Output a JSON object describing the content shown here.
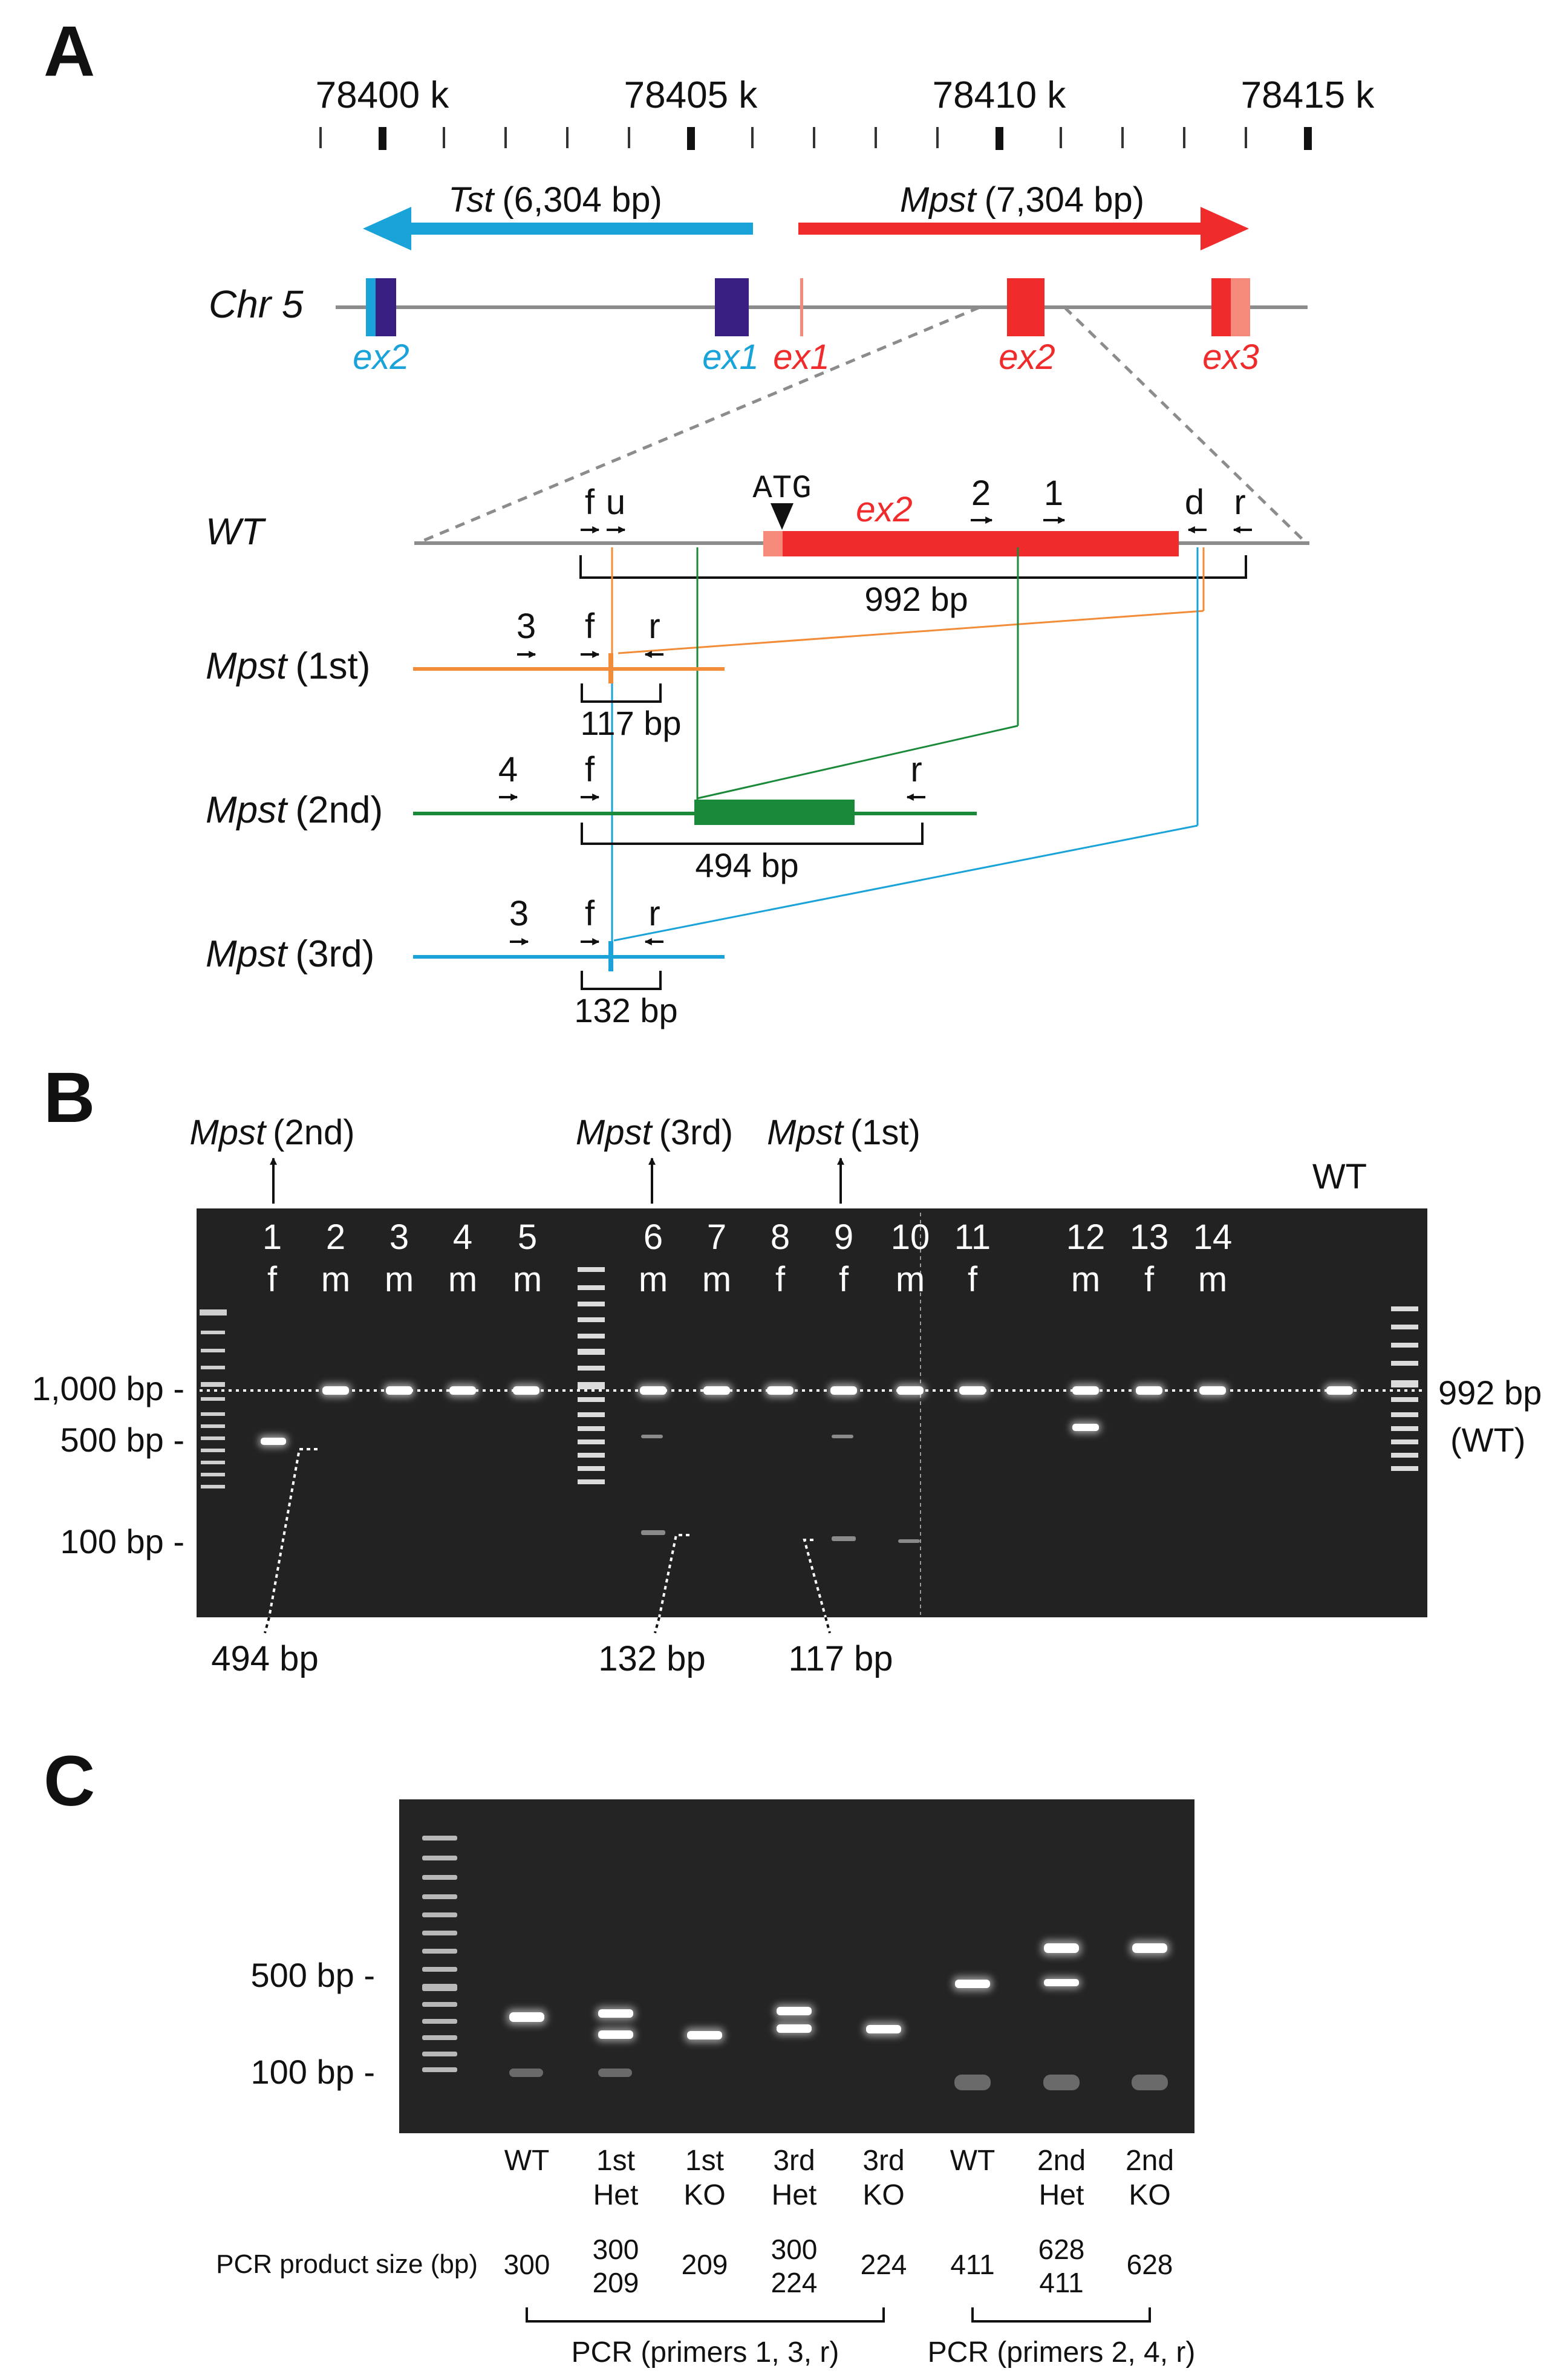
{
  "colors": {
    "tst": "#1aa3d9",
    "mpst": "#ef2b2b",
    "mpst_light": "#f58a7a",
    "tst_exon": "#3a1f82",
    "grey": "#8c8c8c",
    "first": "#f28c38",
    "second": "#1a8a3a",
    "third": "#1aa3d9",
    "gel": "#222222"
  },
  "panelA": {
    "label": "A",
    "ticks": [
      "78400 k",
      "78405 k",
      "78410 k",
      "78415 k"
    ],
    "tst_name": "Tst",
    "tst_size": "(6,304 bp)",
    "mpst_name": "Mpst",
    "mpst_size": "(7,304 bp)",
    "chr_label": "Chr 5",
    "exons": {
      "tst_ex2": "ex2",
      "tst_ex1": "ex1",
      "mpst_ex1": "ex1",
      "mpst_ex2": "ex2",
      "mpst_ex3": "ex3"
    },
    "wt_label": "WT",
    "atg": "ATG",
    "wt_ex2": "ex2",
    "primers": {
      "f": "f",
      "u": "u",
      "d": "d",
      "r": "r",
      "p1": "1",
      "p2": "2",
      "p3": "3",
      "p4": "4"
    },
    "wt_size": "992 bp",
    "mpst_italic": "Mpst",
    "alleles": [
      {
        "suffix": "(1st)",
        "size": "117 bp"
      },
      {
        "suffix": "(2nd)",
        "size": "494 bp"
      },
      {
        "suffix": "(3rd)",
        "size": "132 bp"
      }
    ]
  },
  "panelB": {
    "label": "B",
    "annot": [
      {
        "name": "Mpst",
        "suffix": "(2nd)"
      },
      {
        "name": "Mpst",
        "suffix": "(3rd)"
      },
      {
        "name": "Mpst",
        "suffix": "(1st)"
      }
    ],
    "wt": "WT",
    "lanes": [
      {
        "num": "1",
        "sex": "f"
      },
      {
        "num": "2",
        "sex": "m"
      },
      {
        "num": "3",
        "sex": "m"
      },
      {
        "num": "4",
        "sex": "m"
      },
      {
        "num": "5",
        "sex": "m"
      },
      {
        "num": "6",
        "sex": "m"
      },
      {
        "num": "7",
        "sex": "m"
      },
      {
        "num": "8",
        "sex": "f"
      },
      {
        "num": "9",
        "sex": "f"
      },
      {
        "num": "10",
        "sex": "m"
      },
      {
        "num": "11",
        "sex": "f"
      },
      {
        "num": "12",
        "sex": "m"
      },
      {
        "num": "13",
        "sex": "f"
      },
      {
        "num": "14",
        "sex": "m"
      }
    ],
    "markers": [
      "1,000 bp -",
      "500 bp -",
      "100 bp -"
    ],
    "right_size": "992 bp",
    "right_wt": "(WT)",
    "band_labels": [
      "494 bp",
      "132 bp",
      "117 bp"
    ]
  },
  "panelC": {
    "label": "C",
    "markers": [
      "500 bp -",
      "100 bp -"
    ],
    "lanes": [
      {
        "top": "WT",
        "bottom": "",
        "size1": "300",
        "size2": ""
      },
      {
        "top": "1st",
        "bottom": "Het",
        "size1": "300",
        "size2": "209"
      },
      {
        "top": "1st",
        "bottom": "KO",
        "size1": "209",
        "size2": ""
      },
      {
        "top": "3rd",
        "bottom": "Het",
        "size1": "300",
        "size2": "224"
      },
      {
        "top": "3rd",
        "bottom": "KO",
        "size1": "224",
        "size2": ""
      },
      {
        "top": "WT",
        "bottom": "",
        "size1": "411",
        "size2": ""
      },
      {
        "top": "2nd",
        "bottom": "Het",
        "size1": "628",
        "size2": "411"
      },
      {
        "top": "2nd",
        "bottom": "KO",
        "size1": "628",
        "size2": ""
      }
    ],
    "size_header": "PCR product size (bp)",
    "bracket1": "PCR (primers 1, 3, r)",
    "bracket2": "PCR (primers 2, 4, r)"
  }
}
